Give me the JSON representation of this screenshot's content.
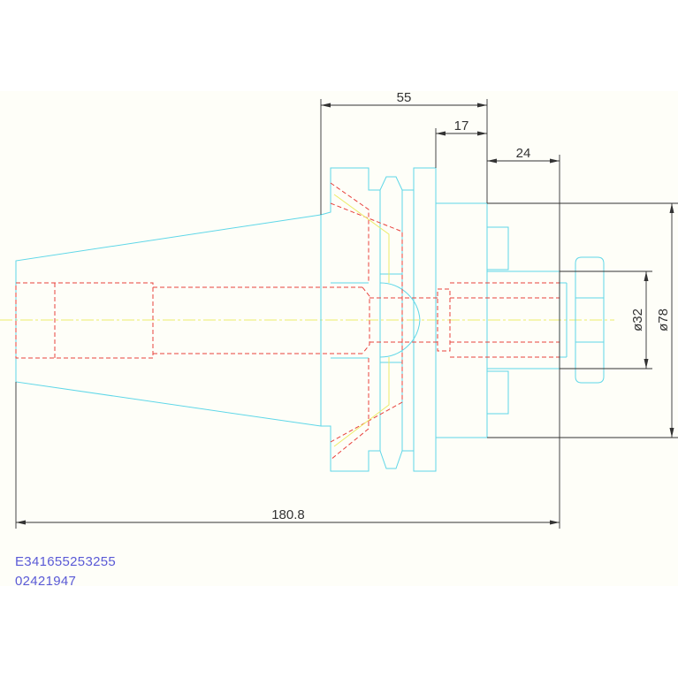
{
  "dimensions": {
    "flange_width": "55",
    "collar_width": "17",
    "nose_width": "24",
    "overall_length": "180.8",
    "bore_diameter": "ø32",
    "nose_diameter": "ø78"
  },
  "part_codes": {
    "line1": "E341655253255",
    "line2": "02421947"
  },
  "colors": {
    "background": "#fefef8",
    "outline": "#5fd7e8",
    "hidden": "#e8413c",
    "centerline": "#ecec6a",
    "dimension": "#333333",
    "code_text": "#5a5ad6"
  }
}
